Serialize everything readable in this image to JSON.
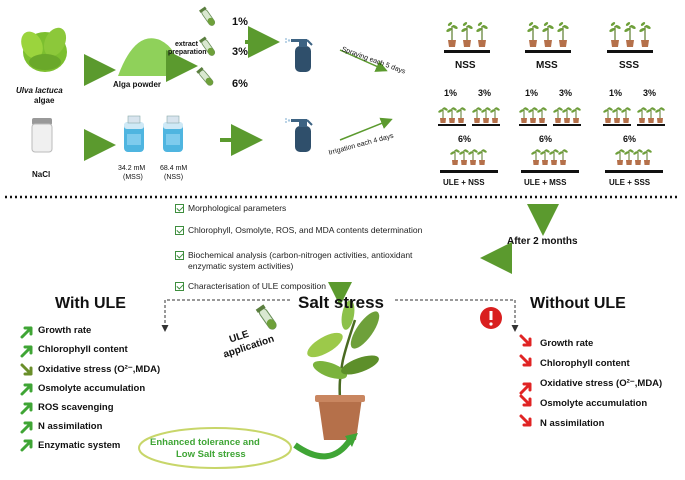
{
  "top": {
    "algae_label": "Ulva lactuca",
    "algae_label2": "algae",
    "powder_label": "Alga powder",
    "extract_label_1": "extract",
    "extract_label_2": "preparation",
    "pct_1": "1%",
    "pct_3": "3%",
    "pct_6": "6%",
    "spray_label": "Spraying each 5 days",
    "nacl_label": "NaCl",
    "bottle1_conc": "34.2 mM",
    "bottle1_name": "(MSS)",
    "bottle2_conc": "68.4 mM",
    "bottle2_name": "(NSS)",
    "irrigation_label": "Irrigation each 4 days"
  },
  "groups": {
    "nss": "NSS",
    "mss": "MSS",
    "sss": "SSS",
    "ule_nss": "ULE + NSS",
    "ule_mss": "ULE + MSS",
    "ule_sss": "ULE + SSS",
    "p1": "1%",
    "p3": "3%",
    "p6": "6%"
  },
  "after_label": "After 2 months",
  "analyses": [
    "Morphological parameters",
    "Chlorophyll, Osmolyte, ROS, and MDA contents determination",
    "Biochemical analysis (carbon-nitrogen activities, antioxidant",
    "enzymatic system activities)",
    "Characterisation of ULE composition"
  ],
  "with_ule": {
    "title": "With ULE",
    "items": [
      "Growth rate",
      "Chlorophyll content",
      "Oxidative stress (O²⁻,MDA)",
      "Osmolyte accumulation",
      "ROS scavenging",
      "N assimilation",
      "Enzymatic system"
    ]
  },
  "center": {
    "title": "Salt stress",
    "application_1": "ULE",
    "application_2": "application",
    "tolerance_1": "Enhanced tolerance and",
    "tolerance_2": "Low Salt stress"
  },
  "without_ule": {
    "title": "Without ULE",
    "items": [
      "Growth rate",
      "Chlorophyll content",
      "Oxidative stress (O²⁻,MDA)",
      "Osmolyte accumulation",
      "N assimilation"
    ]
  },
  "colors": {
    "green": "#5b9a2e",
    "red": "#e02424",
    "sprayer": "#2f4f6b",
    "pot": "#b5704a",
    "bottle": "#4fb5e0"
  }
}
